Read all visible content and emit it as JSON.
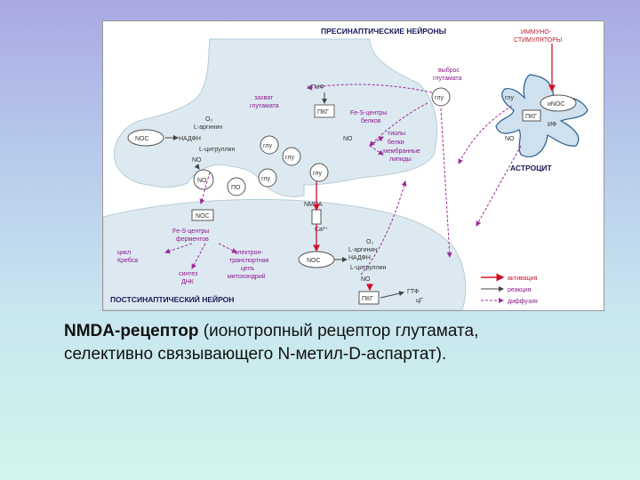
{
  "diagram": {
    "labels": {
      "presynaptic": "ПРЕСИНАПТИЧЕСКИЕ НЕЙРОНЫ",
      "postsynaptic": "ПОСТСИНАПТИЧЕСКИЙ НЕЙРОН",
      "astrocyte": "АСТРОЦИТ",
      "immune_1": "ИММУНО-",
      "immune_2": "СТИМУЛЯТОРЫ",
      "uptake_1": "захват",
      "uptake_2": "глутамата",
      "release_1": "выброс",
      "release_2": "глутамата",
      "cgmp": "цГМФ",
      "pkg": "ПКГ",
      "effects_1": "Fe-S-центры",
      "effects_2": "белков",
      "effects_3": "тиолы",
      "effects_4": "белки",
      "effects_5": "мембранные",
      "effects_6": "липиды",
      "no": "NO",
      "o2": "O₂",
      "arginine": "L-аргинин",
      "nadph": "НАДФН",
      "citrulline": "L-цитруллин",
      "nos": "NOС",
      "inos": "иNOС",
      "glu": "глу",
      "nmda": "NMDA",
      "ca": "Ca²⁺",
      "pre_fe_1": "Fe-S-центры",
      "pre_fe_2": "ферментов",
      "cycle_1": "цикл",
      "cycle_2": "Кребса",
      "chain_1": "электрон-",
      "chain_2": "транспортная",
      "chain_3": "цепь",
      "chain_4": "митохондрий",
      "dna_1": "синтез",
      "dna_2": "ДНК",
      "po": "ПО",
      "pkg_post": "ПКГ",
      "gtf": "ГТФ",
      "cg": "цГ",
      "ifn": "ИФ",
      "legend_activation": "активация",
      "legend_reaction": "реакция",
      "legend_diffusion": "диффузия"
    }
  },
  "caption": {
    "term": "NMDA",
    "term_suffix": "-рецептор",
    "rest": " (ионотропный рецептор глутамата, селективно связывающего N-метил-D-аспартат)."
  }
}
